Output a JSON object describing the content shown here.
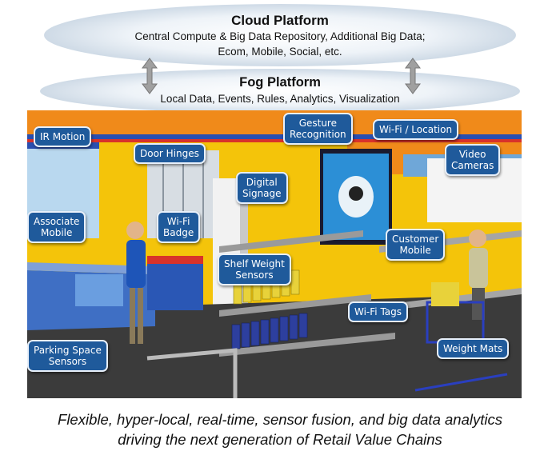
{
  "cloud": {
    "title": "Cloud Platform",
    "line1": "Central Compute & Big Data Repository, Additional Big Data;",
    "line2": "Ecom, Mobile, Social, etc."
  },
  "fog": {
    "title": "Fog Platform",
    "line1": "Local Data, Events, Rules, Analytics, Visualization"
  },
  "callouts": {
    "ir_motion": "IR Motion",
    "door_hinges": "Door Hinges",
    "gesture_recognition": "Gesture\nRecognition",
    "wifi_location": "Wi-Fi  / Location",
    "video_cameras": "Video\nCameras",
    "digital_signage": "Digital\nSignage",
    "associate_mobile": "Associate\nMobile",
    "wifi_badge": "Wi-Fi\nBadge",
    "customer_mobile": "Customer\nMobile",
    "shelf_weight_sensors": "Shelf Weight\nSensors",
    "wifi_tags": "Wi-Fi Tags",
    "parking_space_sensors": "Parking Space\nSensors",
    "weight_mats": "Weight Mats"
  },
  "caption": {
    "line1": "Flexible, hyper-local, real-time, sensor fusion, and big data analytics",
    "line2": "driving the next generation of Retail Value Chains"
  },
  "colors": {
    "callout_fill": "#1f5a9b",
    "wall_yellow": "#f4c40a",
    "wall_orange": "#f08a1a",
    "floor": "#3b3b3b"
  }
}
